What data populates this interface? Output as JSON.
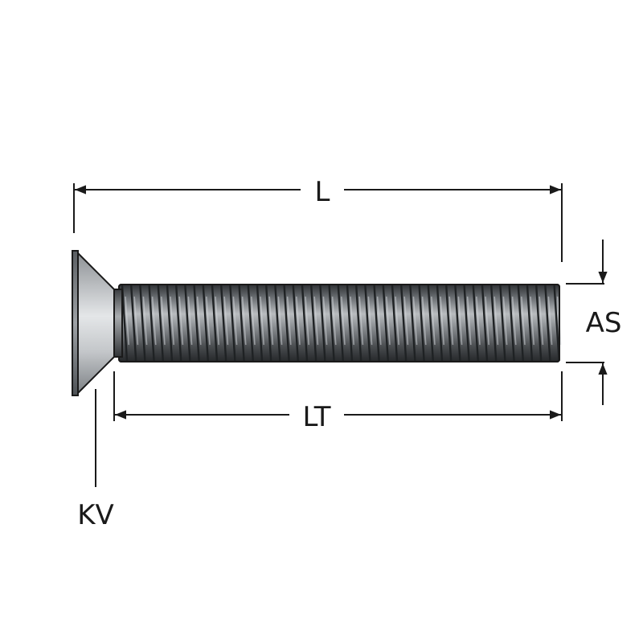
{
  "labels": {
    "length": "L",
    "thread_length": "LT",
    "thread_diameter": "AS",
    "head": "KV"
  },
  "colors": {
    "line": "#1a1a1a",
    "thread_dark": "#3a3d40",
    "thread_mid": "#6e7276",
    "thread_light": "#b9bcbf",
    "head_light": "#e4e6e8",
    "head_mid": "#9ea2a6"
  }
}
